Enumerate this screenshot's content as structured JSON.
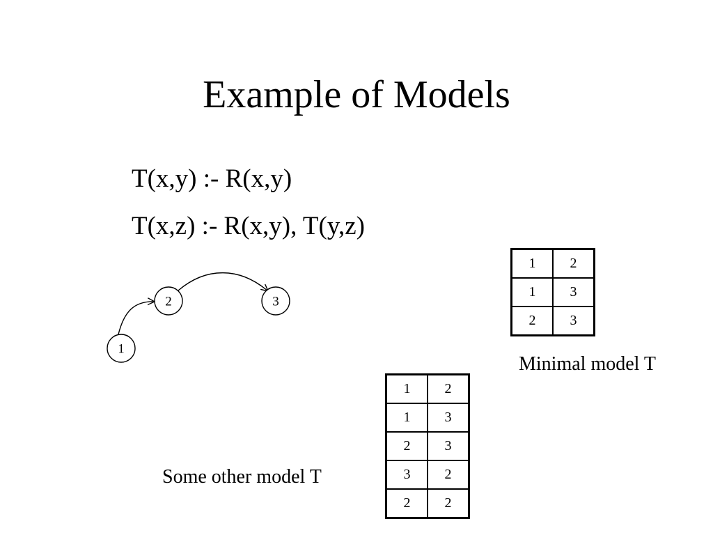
{
  "title": "Example of Models",
  "rules": [
    "T(x,y) :- R(x,y)",
    "T(x,z) :- R(x,y), T(y,z)"
  ],
  "graph": {
    "nodes": [
      "1",
      "2",
      "3"
    ],
    "edges": [
      [
        "1",
        "2"
      ],
      [
        "2",
        "3"
      ]
    ]
  },
  "minimal_model": {
    "caption": "Minimal model T",
    "rows": [
      [
        "1",
        "2"
      ],
      [
        "1",
        "3"
      ],
      [
        "2",
        "3"
      ]
    ]
  },
  "other_model": {
    "caption": "Some other model T",
    "rows": [
      [
        "1",
        "2"
      ],
      [
        "1",
        "3"
      ],
      [
        "2",
        "3"
      ],
      [
        "3",
        "2"
      ],
      [
        "2",
        "2"
      ]
    ]
  }
}
